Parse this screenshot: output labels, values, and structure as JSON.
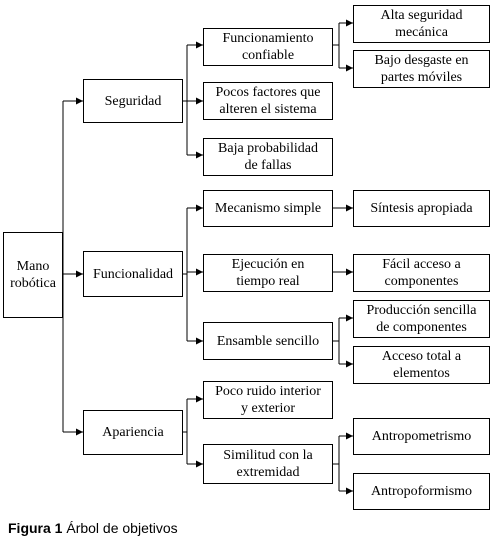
{
  "tree": {
    "root": "Mano\nrobótica",
    "branches": [
      {
        "label": "Seguridad",
        "children": [
          {
            "label": "Funcionamiento\nconfiable",
            "children": [
              "Alta seguridad\nmecánica",
              "Bajo desgaste en\npartes móviles"
            ]
          },
          {
            "label": "Pocos factores que\nalteren el sistema",
            "children": []
          },
          {
            "label": "Baja probabilidad\nde fallas",
            "children": []
          }
        ]
      },
      {
        "label": "Funcionalidad",
        "children": [
          {
            "label": "Mecanismo simple",
            "children": [
              "Síntesis apropiada"
            ]
          },
          {
            "label": "Ejecución en\ntiempo real",
            "children": [
              "Fácil acceso a\ncomponentes"
            ]
          },
          {
            "label": "Ensamble sencillo",
            "children": [
              "Producción sencilla\nde componentes",
              "Acceso total a\nelementos"
            ]
          }
        ]
      },
      {
        "label": "Apariencia",
        "children": [
          {
            "label": "Poco ruido interior\ny exterior",
            "children": []
          },
          {
            "label": "Similitud con la\nextremidad",
            "children": [
              "Antropometrismo",
              "Antropoformismo"
            ]
          }
        ]
      }
    ]
  },
  "caption": {
    "figure_label": "Figura 1",
    "text": "Árbol de objetivos"
  }
}
